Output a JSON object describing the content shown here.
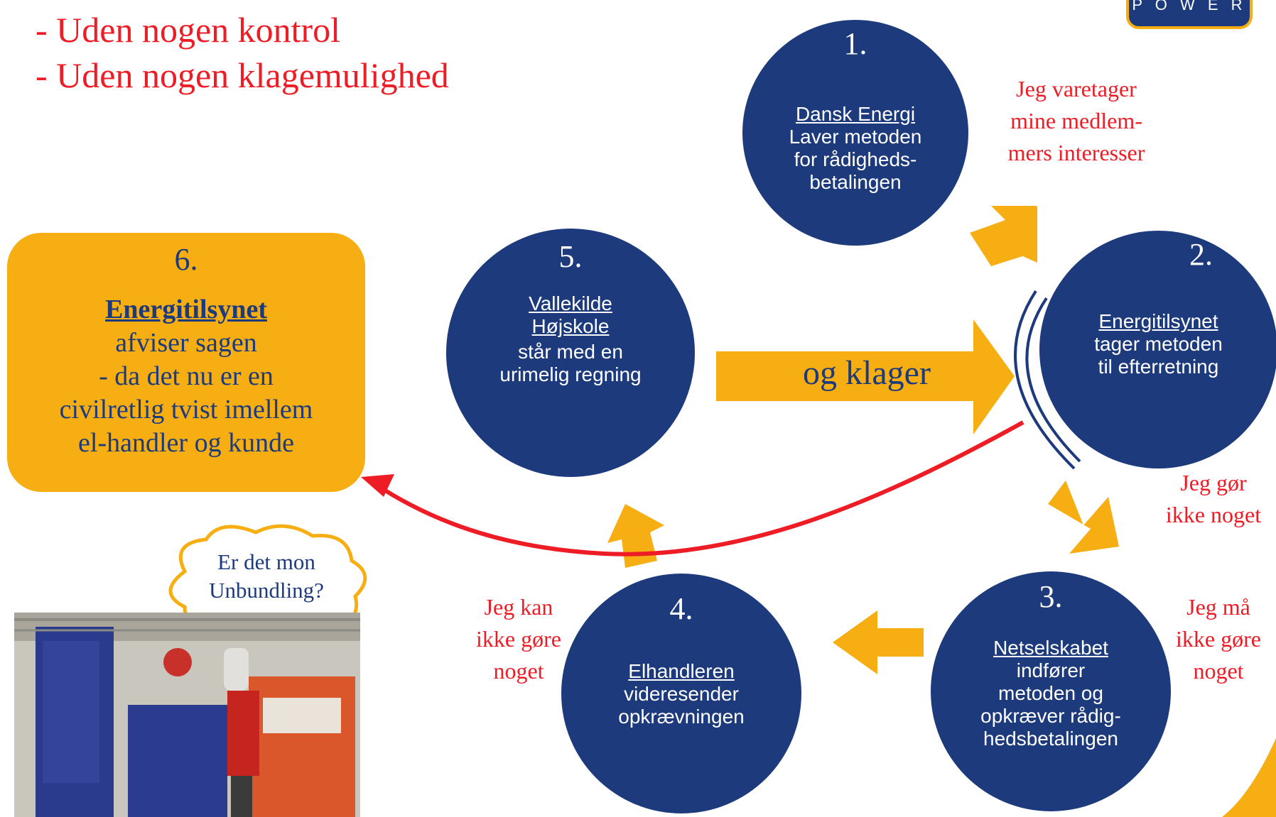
{
  "header": {
    "bullets": [
      "- Uden nogen kontrol",
      "- Uden nogen klagemulighed"
    ]
  },
  "logo": {
    "text": "P O W E R"
  },
  "steps": [
    {
      "num": "1.",
      "title": "Dansk Energi",
      "lines": [
        "Laver metoden",
        "for rådigheds-",
        "betalingen"
      ]
    },
    {
      "num": "2.",
      "title": "Energitilsynet",
      "lines": [
        "tager metoden",
        "til efterretning"
      ]
    },
    {
      "num": "3.",
      "title": "Netselskabet",
      "lines": [
        "indfører",
        "metoden og",
        "opkræver rådig-",
        "hedsbetalingen"
      ]
    },
    {
      "num": "4.",
      "title": "Elhandleren",
      "lines": [
        "videresender",
        "opkrævningen"
      ]
    },
    {
      "num": "5.",
      "title_lines": [
        "Vallekilde",
        "Højskole"
      ],
      "lines": [
        "står med en",
        "urimelig regning"
      ]
    }
  ],
  "box6": {
    "num": "6.",
    "title": "Energitilsynet",
    "lines": [
      "afviser sagen",
      "- da det nu er en",
      "civilretlig tvist imellem",
      "el-handler og kunde"
    ]
  },
  "quotes": {
    "q1": [
      "Jeg varetager",
      "mine medlem-",
      "mers interesser"
    ],
    "q2": [
      "Jeg gør",
      "ikke noget"
    ],
    "q3": [
      "Jeg må",
      "ikke gøre",
      "noget"
    ],
    "q4": [
      "Jeg kan",
      "ikke gøre",
      "noget"
    ]
  },
  "arrow_label": "og klager",
  "thought": [
    "Er det mon",
    "Unbundling?"
  ],
  "colors": {
    "navy": "#1c3a7c",
    "gold": "#f6ae12",
    "red": "#ee1c25"
  }
}
